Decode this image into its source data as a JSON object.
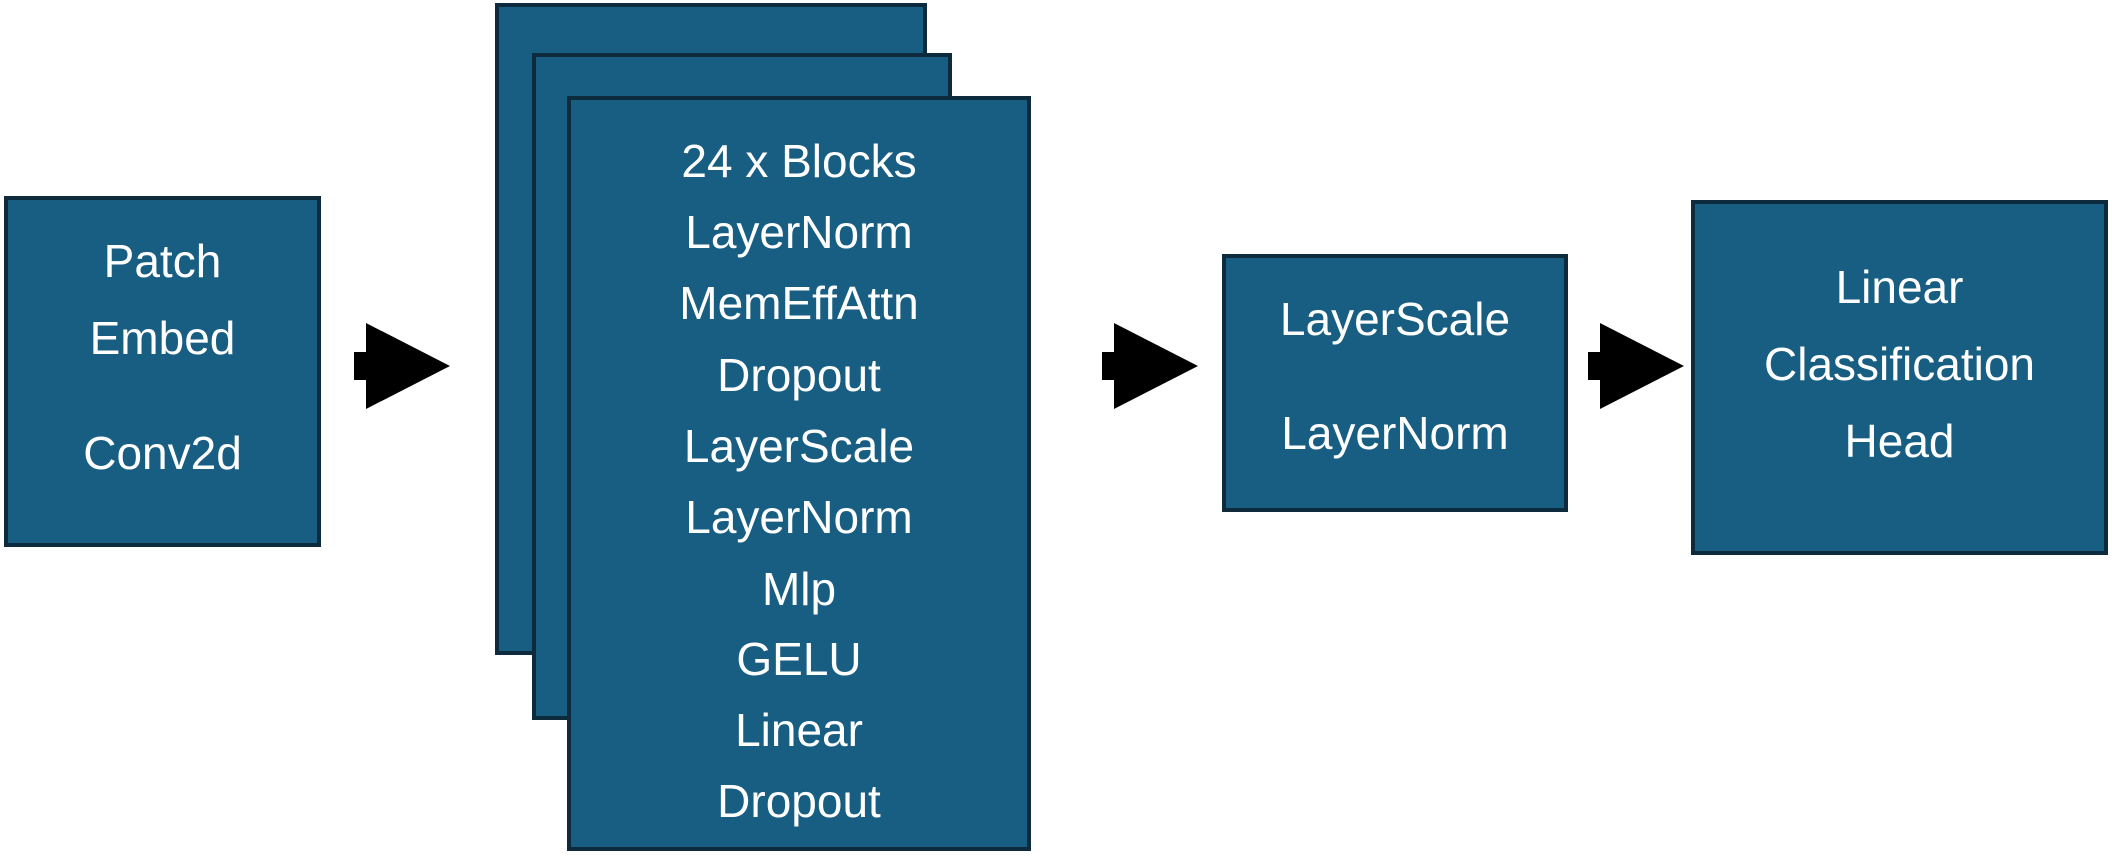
{
  "colors": {
    "box_fill": "#185e82",
    "box_border": "#0d2b3c",
    "text": "#ffffff",
    "arrow": "#000000"
  },
  "patch_embed": {
    "line1": "Patch",
    "line2": "Embed",
    "line3": "Conv2d"
  },
  "blocks": {
    "title": "24 x Blocks",
    "layers": [
      "LayerNorm",
      "MemEffAttn",
      "Dropout",
      "LayerScale",
      "LayerNorm",
      "Mlp",
      "GELU",
      "Linear",
      "Dropout"
    ]
  },
  "post_block": {
    "line1": "LayerScale",
    "line2": "LayerNorm"
  },
  "head": {
    "line1": "Linear",
    "line2": "Classification",
    "line3": "Head"
  }
}
